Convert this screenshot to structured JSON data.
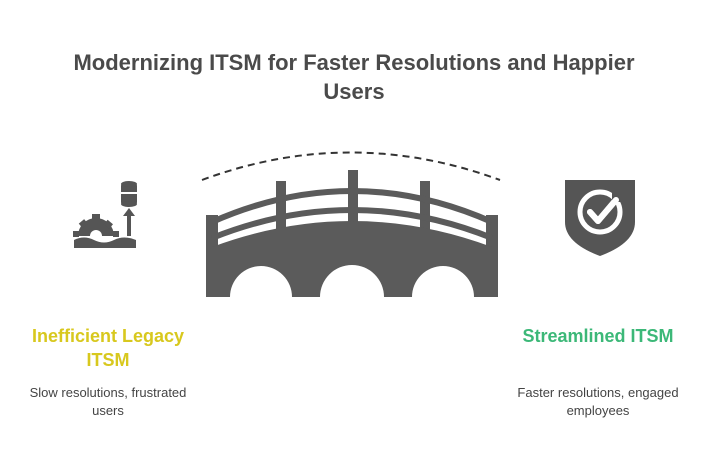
{
  "title": "Modernizing ITSM for Faster Resolutions and Happier Users",
  "left": {
    "title": "Inefficient Legacy ITSM",
    "description": "Slow resolutions, frustrated users",
    "color": "#d8c81e",
    "icon": "gear-database-upload-icon"
  },
  "right": {
    "title": "Streamlined ITSM",
    "description": "Faster resolutions, engaged employees",
    "color": "#3cb878",
    "icon": "shield-check-icon"
  },
  "bridge": {
    "icon": "bridge-icon",
    "color": "#5b5b5b"
  }
}
